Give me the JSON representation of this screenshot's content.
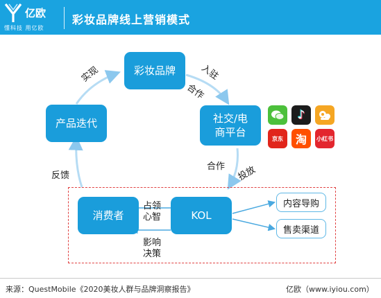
{
  "header": {
    "logo_text": "亿欧",
    "logo_slogan": "懂科技 用亿欧",
    "title": "彩妆品牌线上营销模式"
  },
  "nodes": {
    "brand": "彩妆品牌",
    "platform_line1": "社交/电",
    "platform_line2": "商平台",
    "iteration": "产品迭代",
    "consumer": "消费者",
    "kol": "KOL",
    "content_guide": "内容导购",
    "sales_channel": "售卖渠道"
  },
  "edge_labels": {
    "realize": "实现",
    "enter": "入驻",
    "cooperate_top": "合作",
    "cooperate_bottom": "合作",
    "deliver": "投放",
    "feedback": "反馈",
    "occupy_mind_1": "占领",
    "occupy_mind_2": "心智",
    "influence_1": "影响",
    "influence_2": "决策"
  },
  "apps": [
    {
      "name": "wechat-icon",
      "color": "#e74c3c",
      "label": ""
    },
    {
      "name": "tiktok-icon",
      "color": "#e74c3c",
      "label": "♪"
    },
    {
      "name": "weibo-icon",
      "color": "#f39c12",
      "label": ""
    },
    {
      "name": "jd-icon",
      "color": "#e74c3c",
      "label": "京东"
    },
    {
      "name": "taobao-icon",
      "color": "#e74c3c",
      "label": "淘"
    },
    {
      "name": "xiaohongshu-icon",
      "color": "#e74c3c",
      "label": "小红书"
    }
  ],
  "footer": {
    "source": "来源：QuestMobile《2020美妆人群与品牌洞察报告》",
    "credit": "亿欧（www.iyiou.com）"
  }
}
